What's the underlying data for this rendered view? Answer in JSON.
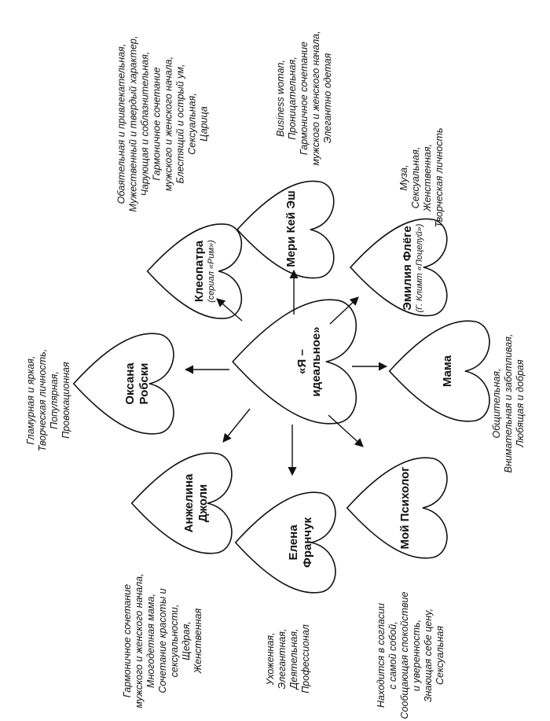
{
  "hearts": {
    "center": {
      "label": "«Я – идеальное»"
    },
    "kleopatra": {
      "label": "Клеопатра",
      "sub": "(сериал «Рим»)"
    },
    "meri": {
      "label": "Мери Кей Эш"
    },
    "emilia": {
      "label": "Эмилия Флёге",
      "sub": "(Г. Климт «Поцелуй»)"
    },
    "mama": {
      "label": "Мама"
    },
    "psiholog": {
      "label": "Мой Психолог"
    },
    "elena": {
      "label": "Елена Франчук"
    },
    "anzhelina": {
      "label": "Анжелина Джоли"
    },
    "oksana": {
      "label": "Оксана Робски"
    }
  },
  "traits": {
    "kleopatra": "Обаятельная и привлекательная,\nМужественный и твердый характер,\nЧарующая и соблазнительная,\nГармоничное сочетание\nмужского и женского начала,\nБлестящий и острый ум,\nСексуальная,\nЦарица",
    "meri": "Business woman,\nПроницательная,\nГармоничное сочетание\nмужского и женского начала,\nЭлегантно одетая",
    "emilia": "Муза,\nСексуальная,\nЖенственная,\nТворческая личность",
    "mama": "Общительная,\nВнимательная и заботливая,\nЛюбящая и добрая",
    "psiholog": "Находится в согласии\nс самой собой,\nСообщающая спокойствие\nи уверенность,\nЗнающая себе цену,\nСексуальная",
    "elena": "Ухоженная,\nЭлегантная,\nДеятельная,\nПрофессионал",
    "anzhelina": "Гармоничное сочетание\nмужского и женского начала,\nМногодетная мама,\nСочетание красоты и\nсексуальности,\nЩедрая,\nЖенственная",
    "oksana": "Гламурная и яркая,\nТворческая личность,\nПопулярная,\nПровокационная"
  }
}
